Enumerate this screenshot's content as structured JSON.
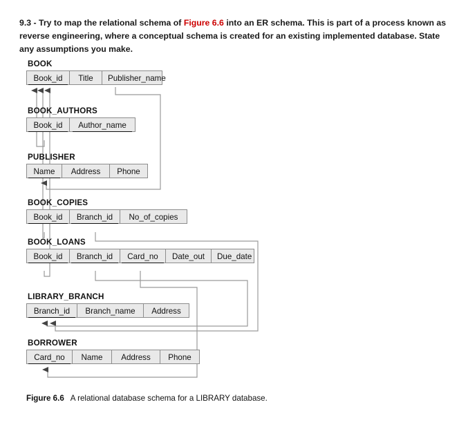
{
  "question": {
    "prefix": "9.3 - Try to map the relational schema of ",
    "figure_ref": "Figure 6.6",
    "suffix": " into an ER schema. This is part of a process known as reverse engineering, where a conceptual schema is created for an existing implemented database. State any assumptions you make.",
    "figure_ref_color": "#cc0000"
  },
  "caption": {
    "label": "Figure 6.6",
    "text": "A relational database schema for a LIBRARY database."
  },
  "diagram": {
    "kind": "relational-schema",
    "cell_fill": "#e9e9e9",
    "cell_border": "#8c8c8c",
    "wire_color": "#808080",
    "tables": [
      {
        "name": "BOOK",
        "columns": [
          {
            "label": "Book_id",
            "primary_key": true,
            "width": 62
          },
          {
            "label": "Title",
            "primary_key": false,
            "width": 47
          },
          {
            "label": "Publisher_name",
            "primary_key": false,
            "width": 88
          }
        ]
      },
      {
        "name": "BOOK_AUTHORS",
        "columns": [
          {
            "label": "Book_id",
            "primary_key": true,
            "width": 62
          },
          {
            "label": "Author_name",
            "primary_key": true,
            "width": 96
          }
        ]
      },
      {
        "name": "PUBLISHER",
        "columns": [
          {
            "label": "Name",
            "primary_key": true,
            "width": 51
          },
          {
            "label": "Address",
            "primary_key": false,
            "width": 69
          },
          {
            "label": "Phone",
            "primary_key": false,
            "width": 56
          }
        ]
      },
      {
        "name": "BOOK_COPIES",
        "columns": [
          {
            "label": "Book_id",
            "primary_key": true,
            "width": 62
          },
          {
            "label": "Branch_id",
            "primary_key": true,
            "width": 73
          },
          {
            "label": "No_of_copies",
            "primary_key": false,
            "width": 98
          }
        ]
      },
      {
        "name": "BOOK_LOANS",
        "columns": [
          {
            "label": "Book_id",
            "primary_key": true,
            "width": 62
          },
          {
            "label": "Branch_id",
            "primary_key": true,
            "width": 73
          },
          {
            "label": "Card_no",
            "primary_key": true,
            "width": 66
          },
          {
            "label": "Date_out",
            "primary_key": false,
            "width": 66
          },
          {
            "label": "Due_date",
            "primary_key": false,
            "width": 63
          }
        ]
      },
      {
        "name": "LIBRARY_BRANCH",
        "columns": [
          {
            "label": "Branch_id",
            "primary_key": true,
            "width": 73
          },
          {
            "label": "Branch_name",
            "primary_key": false,
            "width": 96
          },
          {
            "label": "Address",
            "primary_key": false,
            "width": 67
          }
        ]
      },
      {
        "name": "BORROWER",
        "columns": [
          {
            "label": "Card_no",
            "primary_key": true,
            "width": 66
          },
          {
            "label": "Name",
            "primary_key": false,
            "width": 57
          },
          {
            "label": "Address",
            "primary_key": false,
            "width": 70
          },
          {
            "label": "Phone",
            "primary_key": false,
            "width": 58
          }
        ]
      }
    ],
    "foreign_keys": [
      {
        "from_table": "BOOK",
        "from_column": "Publisher_name",
        "to_table": "PUBLISHER",
        "to_column": "Name"
      },
      {
        "from_table": "BOOK_AUTHORS",
        "from_column": "Book_id",
        "to_table": "BOOK",
        "to_column": "Book_id"
      },
      {
        "from_table": "BOOK_COPIES",
        "from_column": "Book_id",
        "to_table": "BOOK",
        "to_column": "Book_id"
      },
      {
        "from_table": "BOOK_COPIES",
        "from_column": "Branch_id",
        "to_table": "LIBRARY_BRANCH",
        "to_column": "Branch_id"
      },
      {
        "from_table": "BOOK_LOANS",
        "from_column": "Book_id",
        "to_table": "BOOK",
        "to_column": "Book_id"
      },
      {
        "from_table": "BOOK_LOANS",
        "from_column": "Branch_id",
        "to_table": "LIBRARY_BRANCH",
        "to_column": "Branch_id"
      },
      {
        "from_table": "BOOK_LOANS",
        "from_column": "Card_no",
        "to_table": "BORROWER",
        "to_column": "Card_no"
      }
    ]
  }
}
